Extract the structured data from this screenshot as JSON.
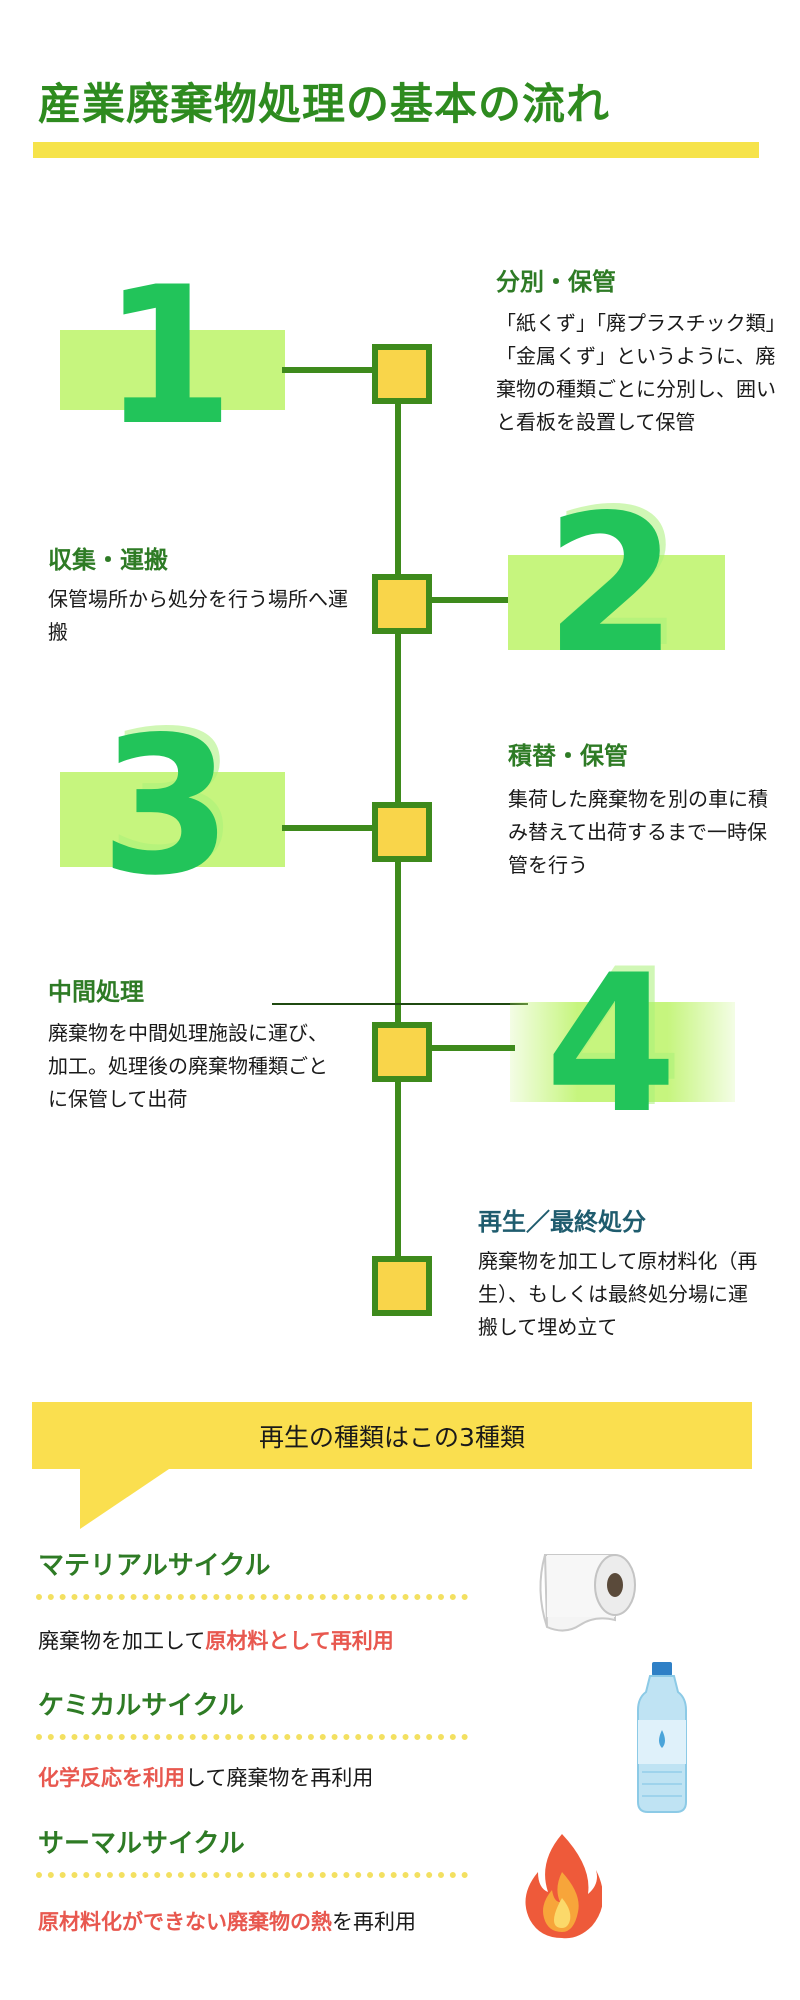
{
  "title": "産業廃棄物処理の基本の流れ",
  "steps": [
    {
      "number": "1",
      "title": "分別・保管",
      "body": "「紙くず」「廃プラスチック類」「金属くず」というように、廃棄物の種類ごとに分別し、囲いと看板を設置して保管"
    },
    {
      "number": "2",
      "title": "収集・運搬",
      "body": "保管場所から処分を行う場所へ運搬"
    },
    {
      "number": "3",
      "title": "積替・保管",
      "body": "集荷した廃棄物を別の車に積み替えて出荷するまで一時保管を行う"
    },
    {
      "number": "4",
      "title": "中間処理",
      "body": "廃棄物を中間処理施設に運び、加工。処理後の廃棄物種類ごとに保管して出荷"
    },
    {
      "title": "再生／最終処分",
      "body": "廃棄物を加工して原材料化（再生）、もしくは最終処分場に運搬して埋め立て"
    }
  ],
  "recycle": {
    "heading": "再生の種類はこの3種類",
    "items": [
      {
        "title": "マテリアルサイクル",
        "plain1": "廃棄物を加工して",
        "highlight1": "原材料として再利用",
        "plain2": "",
        "highlight2": "",
        "plain3": "",
        "icon": "toilet-paper-icon"
      },
      {
        "title": "ケミカルサイクル",
        "plain1": "",
        "highlight1": "化学反応を利用",
        "plain2": "して廃棄物を再利用",
        "highlight2": "",
        "plain3": "",
        "icon": "plastic-bottle-icon"
      },
      {
        "title": "サーマルサイクル",
        "plain1": "",
        "highlight1": "原材料化ができない廃棄物の熱",
        "plain2": "を再利用",
        "highlight2": "",
        "plain3": "",
        "icon": "flame-icon"
      }
    ]
  },
  "colors": {
    "green": "#2e7b25",
    "line": "#3e8a1c",
    "node": "#f9d54a",
    "number": "#22c45a",
    "number_bg": "#c6f57e",
    "banner": "#fadf4f",
    "highlight": "#e8584f"
  }
}
